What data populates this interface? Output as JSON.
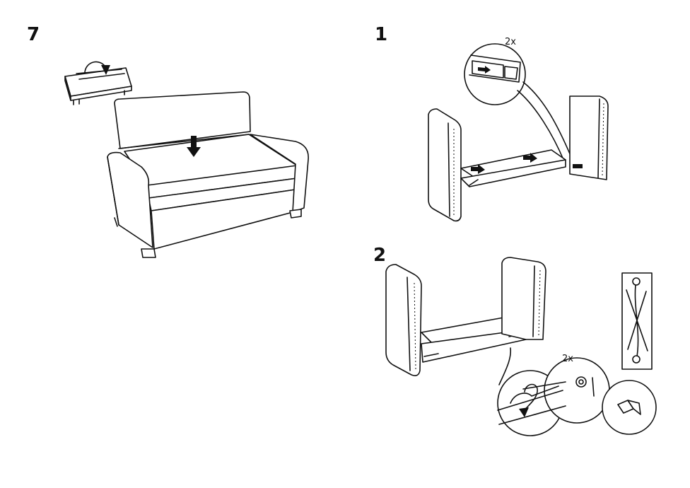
{
  "steps": {
    "step7": {
      "number": "7"
    },
    "step1": {
      "number": "1",
      "quantity": "2x"
    },
    "step2": {
      "number": "2",
      "quantity": "2x"
    }
  },
  "icons": [
    "rotate-arrow-icon",
    "down-arrow-icon",
    "slide-arrow-icon",
    "crossed-out-strap-icon"
  ]
}
